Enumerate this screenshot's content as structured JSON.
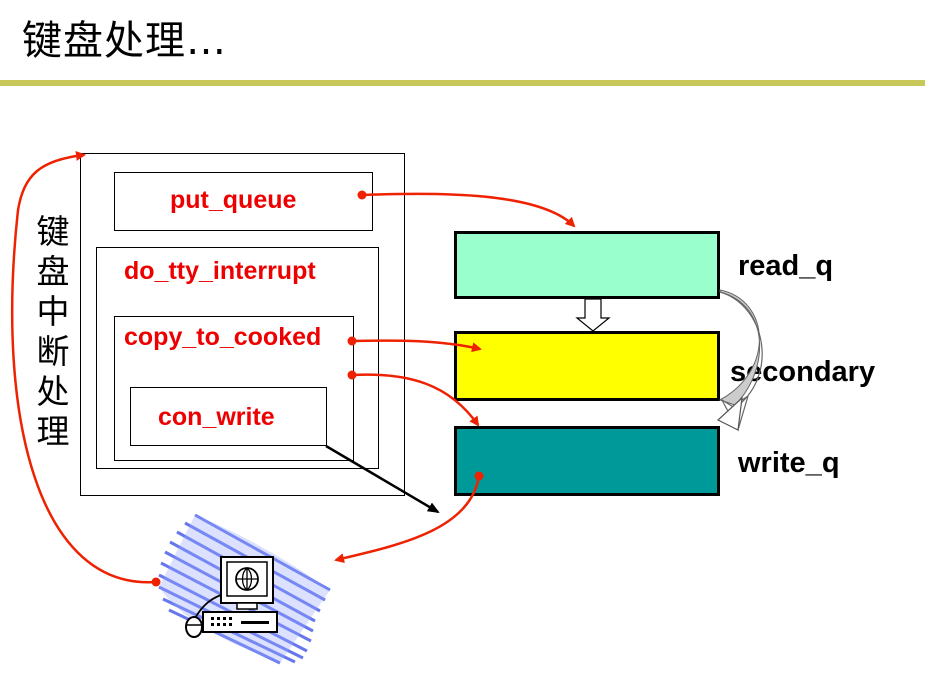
{
  "title": "键盘处理…",
  "side_label": "键盘中断处理",
  "functions": {
    "put_queue": "put_queue",
    "do_tty_interrupt": "do_tty_interrupt",
    "copy_to_cooked": "copy_to_cooked",
    "con_write": "con_write"
  },
  "queues": {
    "read_q": {
      "label": "read_q",
      "color": "#99ffcc"
    },
    "secondary": {
      "label": "secondary",
      "color": "#ffff00"
    },
    "write_q": {
      "label": "write_q",
      "color": "#009999"
    }
  },
  "colors": {
    "accent_rule": "#c8c85a",
    "arrow": "#ee2200",
    "function_text": "#ee0000"
  },
  "icons": [
    "terminal-computer-icon"
  ]
}
